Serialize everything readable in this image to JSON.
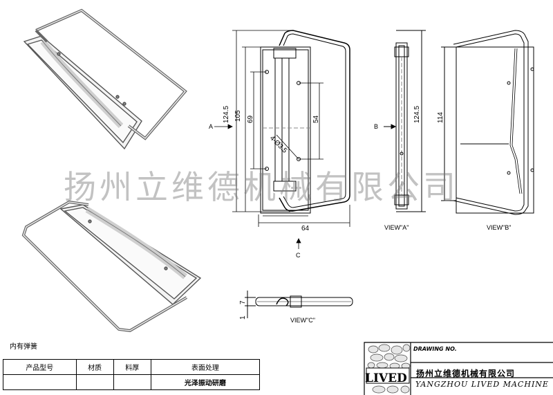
{
  "watermark": "扬州立维德机械有限公司",
  "dims": {
    "d124_5_front": "124.5",
    "d105": "105",
    "d69": "69",
    "d54": "54",
    "hole": "4-Ø3.5",
    "d64": "64",
    "d124_5_side": "124.5",
    "d114": "114",
    "d7": "7",
    "d1": "1"
  },
  "labels": {
    "a": "A",
    "b": "B",
    "c": "C",
    "view_a": "VIEW\"A\"",
    "view_b": "VIEW\"B\"",
    "view_c": "VIEW\"C\""
  },
  "note": "内有弹簧",
  "spec_table": {
    "headers": [
      "产品型号",
      "材质",
      "料厚",
      "表面处理"
    ],
    "values": [
      "",
      "",
      "",
      "光泽振动研磨"
    ]
  },
  "title_block": {
    "drawing_no_label": "DRAWING NO.",
    "drawing_no_value": "",
    "company_cn": "扬州立维德机械有限公司",
    "company_en": "YANGZHOU LIVED MACHINE",
    "logo": "LIVED"
  }
}
